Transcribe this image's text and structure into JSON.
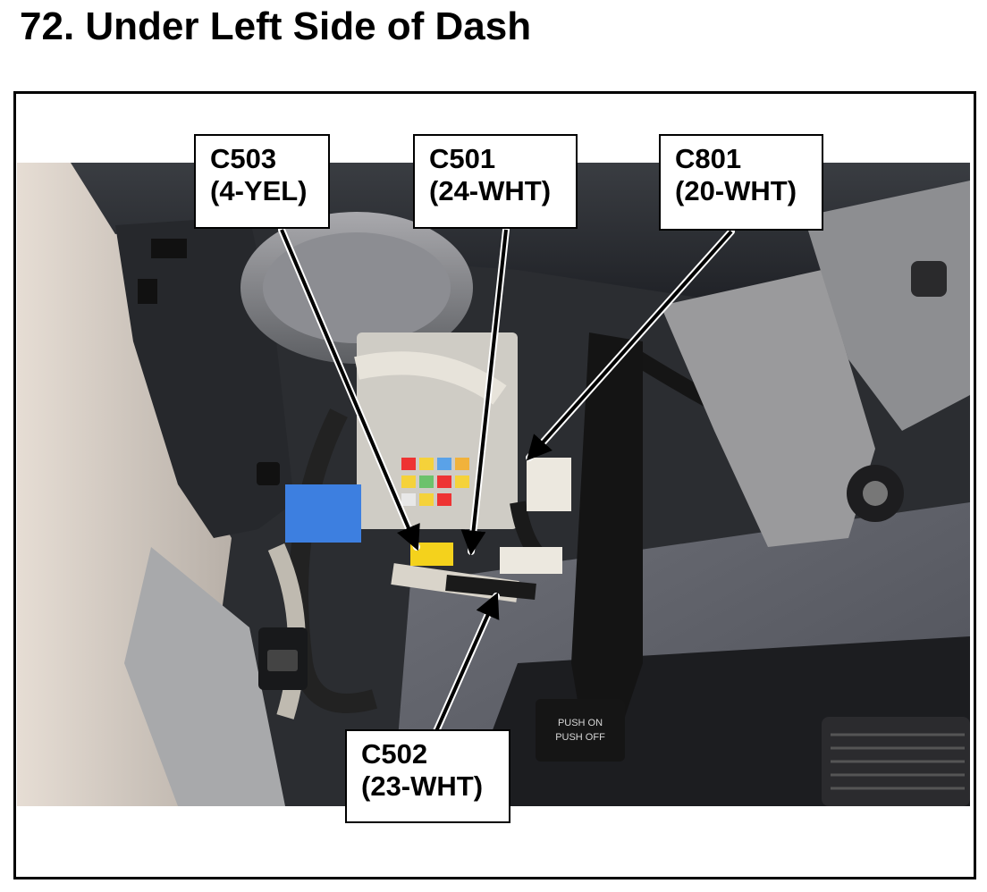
{
  "title": "72.  Under Left Side of Dash",
  "callouts": [
    {
      "code": "C503",
      "spec": "(4-YEL)"
    },
    {
      "code": "C501",
      "spec": "(24-WHT)"
    },
    {
      "code": "C801",
      "spec": "(20-WHT)"
    },
    {
      "code": "C502",
      "spec": "(23-WHT)"
    }
  ],
  "photo_labels": {
    "push_button_line1": "PUSH ON",
    "push_button_line2": "PUSH OFF"
  }
}
